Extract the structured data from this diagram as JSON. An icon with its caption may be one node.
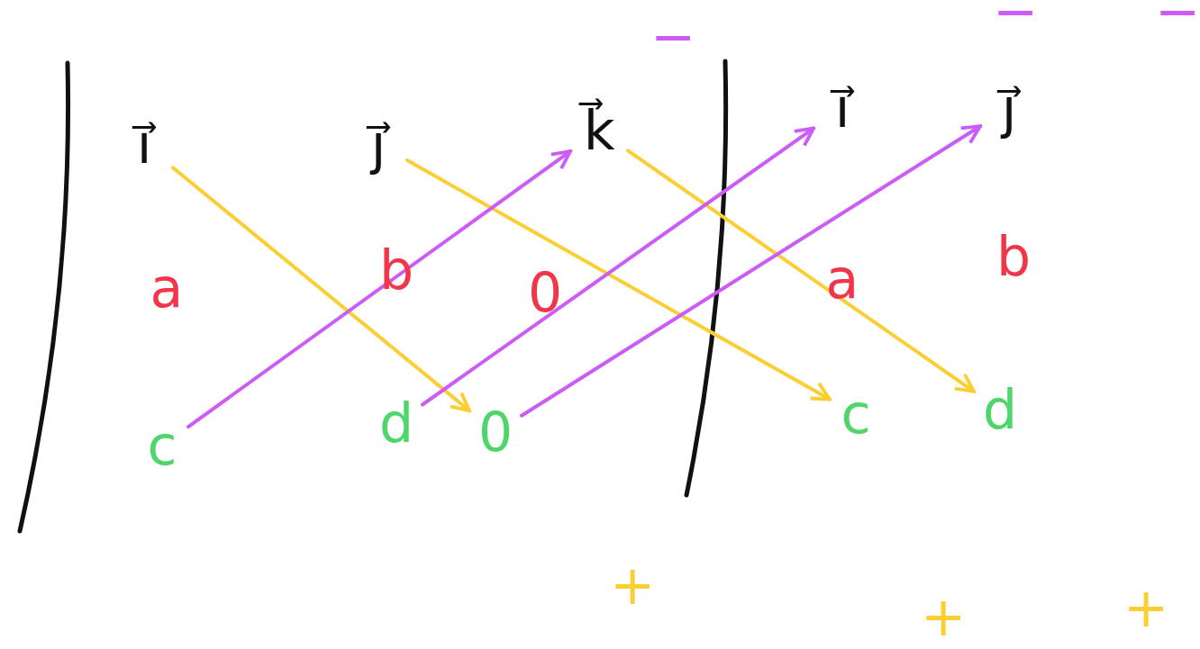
{
  "diagram": {
    "nodes": [
      {
        "text": [
          "i⃗"
        ]
      },
      {
        "text": [
          "j⃗"
        ]
      },
      {
        "text": [
          "k⃗"
        ]
      },
      {
        "text": [
          "i⃗"
        ]
      },
      {
        "text": [
          "j⃗"
        ]
      },
      {
        "text": [
          "a"
        ]
      },
      {
        "text": [
          "b"
        ]
      },
      {
        "text": [
          "0"
        ]
      },
      {
        "text": [
          "a"
        ]
      },
      {
        "text": [
          "b"
        ]
      },
      {
        "text": [
          "c"
        ]
      },
      {
        "text": [
          "d"
        ]
      },
      {
        "text": [
          "0"
        ]
      },
      {
        "text": [
          "c"
        ]
      },
      {
        "text": [
          "d"
        ]
      }
    ],
    "edges": [
      {
        "from": 0,
        "to": 12,
        "arrow": "to",
        "color": "#fbcf33"
      },
      {
        "from": 1,
        "to": 13,
        "arrow": "to",
        "color": "#fbcf33"
      },
      {
        "from": 2,
        "to": 14,
        "arrow": "to",
        "color": "#fbcf33"
      },
      {
        "from": 10,
        "to": 2,
        "arrow": "to",
        "color": "#cc5cf7"
      },
      {
        "from": 11,
        "to": 3,
        "arrow": "to",
        "color": "#cc5cf7"
      },
      {
        "from": 12,
        "to": 4,
        "arrow": "to",
        "color": "#cc5cf7"
      }
    ],
    "labels": [
      "−",
      "−",
      "−",
      "+",
      "+",
      "+"
    ]
  }
}
